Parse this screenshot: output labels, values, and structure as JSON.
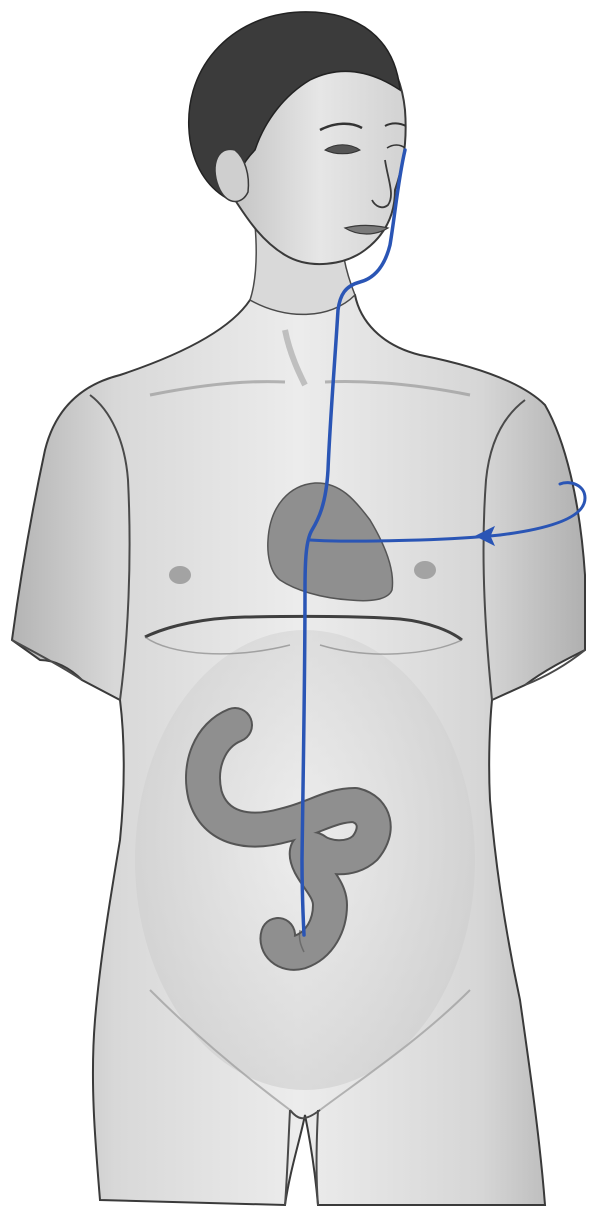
{
  "colors": {
    "background": "#ffffff",
    "skin": "#e4e4e4",
    "skin_shadow": "#b9b9b9",
    "outline": "#3a3a3a",
    "hair": "#3b3b3b",
    "organ": "#8f8f8f",
    "organ_outline": "#555555",
    "tube": "#2a55b5"
  },
  "figure": {
    "subject": "female-torso",
    "view": "anterior"
  },
  "overlays": {
    "tube_path": "nasal-esophagus-stomach-intestine",
    "arrow_direction": "pointing-left",
    "loop_side": "right"
  }
}
